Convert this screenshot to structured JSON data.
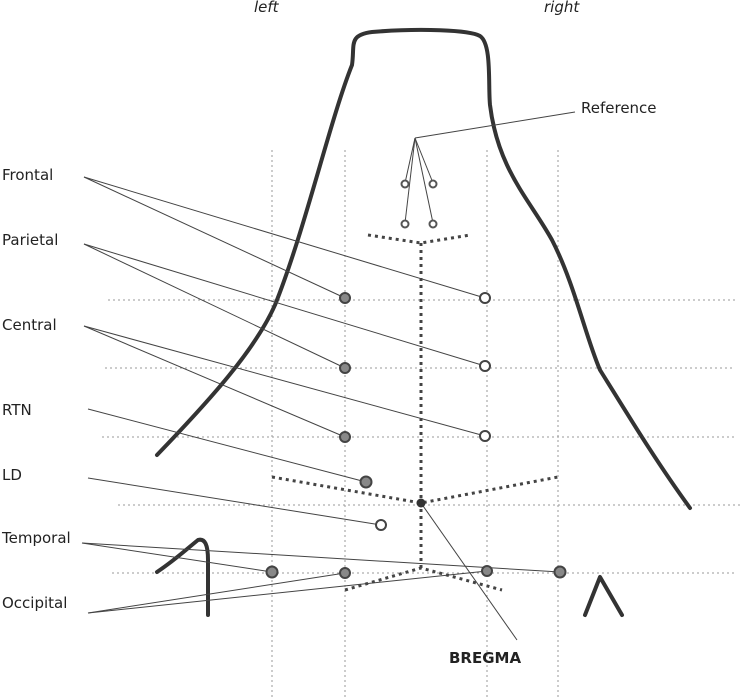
{
  "sides": {
    "left": "left",
    "right": "right"
  },
  "labels": {
    "reference": "Reference",
    "frontal": "Frontal",
    "parietal": "Parietal",
    "central": "Central",
    "rtn": "RTN",
    "ld": "LD",
    "temporal": "Temporal",
    "occipital": "Occipital",
    "bregma": "BREGMA"
  }
}
